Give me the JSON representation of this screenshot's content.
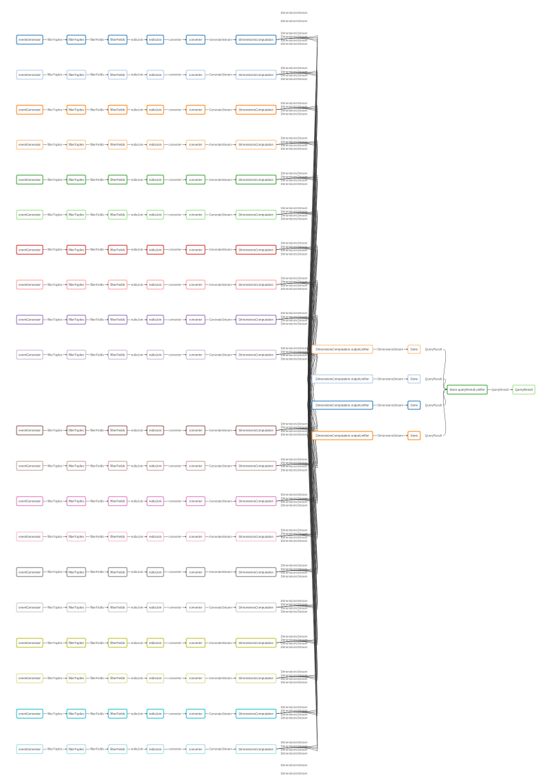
{
  "pipeline": {
    "row_nodes": [
      "eventGenerator",
      "filterTuples",
      "filterFields",
      "redisJoin",
      "converter",
      "DimensionsComputation"
    ],
    "row_edges": [
      "filterTuples",
      "filterFields",
      "redisJoin",
      "converter",
      "GenerateStream"
    ],
    "stream_label": "DimensionsStream",
    "row_colors": [
      "#1f77b4",
      "#aec7e8",
      "#ff7f0e",
      "#ffbb78",
      "#2ca02c",
      "#98df8a",
      "#d62728",
      "#ff9896",
      "#9467bd",
      "#c5b0d5",
      "#8c564b",
      "#c49c94",
      "#e377c2",
      "#f7b6d2",
      "#7f7f7f",
      "#c7c7c7",
      "#bcbd22",
      "#dbdb8d",
      "#17becf",
      "#9edae5"
    ]
  },
  "unifiers": {
    "node_label": "DimensionsComputation.outputUnifier",
    "edge_label": "DimensionsStream",
    "colors": [
      "#ffbb78",
      "#aec7e8",
      "#1f77b4",
      "#ff7f0e"
    ]
  },
  "stores": {
    "node_label": "Store",
    "edge_label": "QueryResult",
    "colors": [
      "#ffbb78",
      "#aec7e8",
      "#1f77b4",
      "#ff7f0e"
    ]
  },
  "result_unifier": {
    "label": "Store.queryResult.Unifier",
    "edge_label": "QueryResult",
    "color": "#2ca02c"
  },
  "query_result": {
    "label": "QueryResult",
    "color": "#98df8a"
  }
}
